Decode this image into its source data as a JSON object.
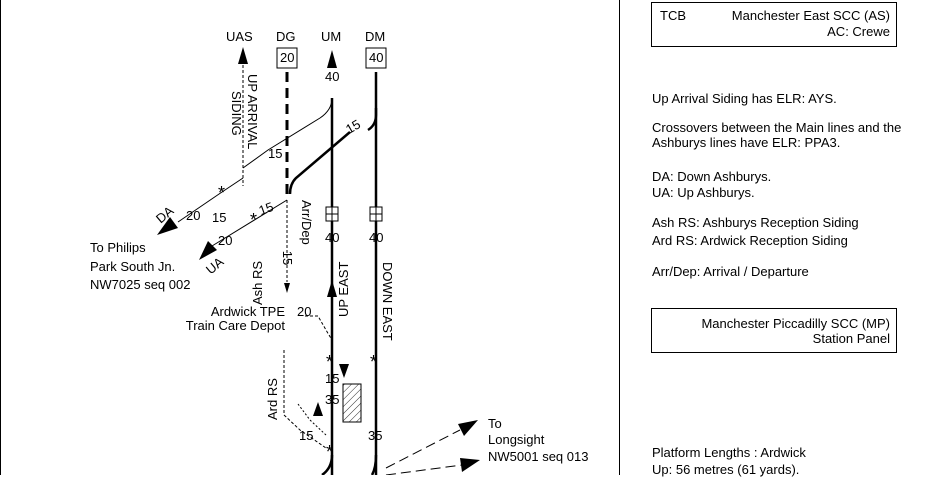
{
  "tracks": {
    "uas": "UAS",
    "dg": "DG",
    "um": "UM",
    "dm": "DM",
    "dg_mp": "20",
    "um_mp": "40",
    "dm_mp": "40",
    "up_arrival_siding": "UP ARRIVAL SIDING",
    "up_arrival_siding_l1": "UP ARRIVAL",
    "up_arrival_siding_l2": "SIDING",
    "arr_dep": "Arr/Dep",
    "ash_rs": "Ash RS",
    "ard_rs": "Ard RS",
    "up_east": "UP EAST",
    "down_east": "DOWN EAST",
    "da": "DA",
    "ua": "UA"
  },
  "speeds": {
    "s15_siding": "15",
    "s15_crossover": "15",
    "s15_dg_bottom": "15",
    "s20_da": "20",
    "s15_da": "15",
    "s20_ua": "20",
    "s15_ash": "15",
    "s20_depot": "20",
    "s40_um": "40",
    "s40_dm": "40",
    "s15_um": "15",
    "s35_um": "35",
    "s35_dm": "35",
    "s15_ard": "15"
  },
  "destinations": {
    "philips_1": "To Philips",
    "philips_2": "Park South Jn.",
    "philips_3": "NW7025 seq 002",
    "depot_1": "Ardwick TPE",
    "depot_2": "Train Care Depot",
    "longsight_1": "To",
    "longsight_2": "Longsight",
    "longsight_3": "NW5001 seq 013"
  },
  "notes": {
    "tcb_label": "TCB",
    "tcb_control_1": "Manchester East SCC (AS)",
    "tcb_control_2": "AC: Crewe",
    "elr_1": "Up Arrival Siding has ELR: AYS.",
    "elr_2a": "Crossovers between the Main lines and the",
    "elr_2b": "Ashburys lines have ELR: PPA3.",
    "abbr_da": "DA: Down Ashburys.",
    "abbr_ua": "UA: Up Ashburys.",
    "abbr_ash": "Ash RS: Ashburys Reception Siding",
    "abbr_ard": "Ard RS: Ardwick Reception Siding",
    "abbr_arr": "Arr/Dep: Arrival / Departure",
    "mp_panel_1": "Manchester Piccadilly SCC (MP)",
    "mp_panel_2": "Station Panel",
    "platform_1": "Platform Lengths : Ardwick",
    "platform_2": "Up: 56 metres (61 yards)."
  },
  "colors": {
    "line": "#000000",
    "background": "#ffffff"
  }
}
